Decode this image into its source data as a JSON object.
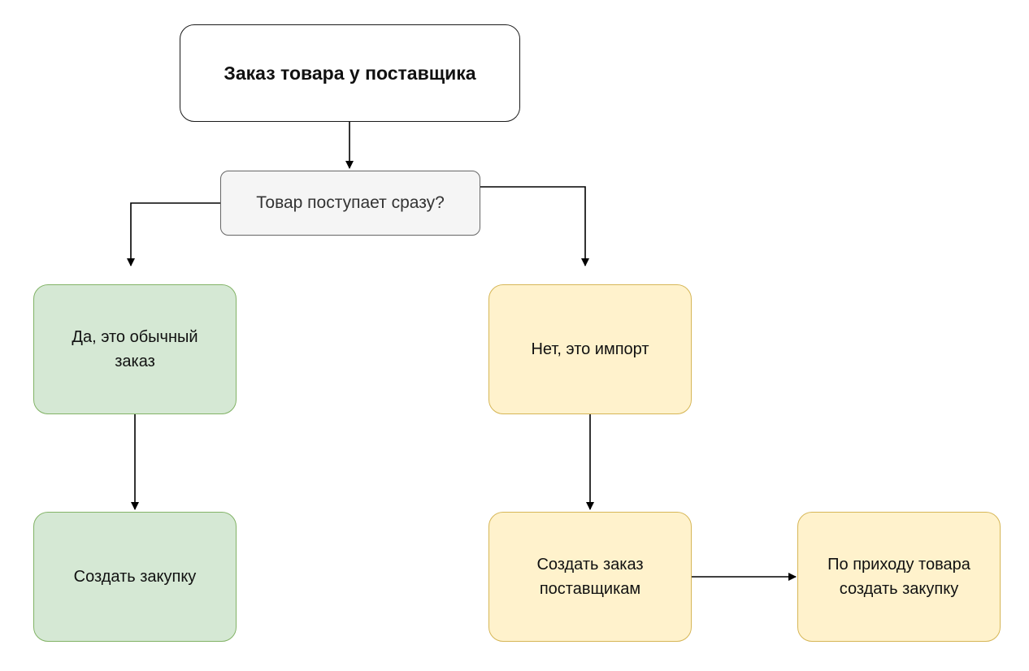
{
  "diagram": {
    "nodes": {
      "start": "Заказ товара у поставщика",
      "question": "Товар поступает сразу?",
      "yes": "Да, это обычный заказ",
      "no": "Нет, это импорт",
      "create_purchase_left": "Создать закупку",
      "create_order": "Создать заказ поставщикам",
      "on_arrival": "По приходу товара создать закупку"
    },
    "colors": {
      "green_fill": "#d5e8d4",
      "green_stroke": "#82b366",
      "yellow_fill": "#fff2cc",
      "yellow_stroke": "#d6b656",
      "question_fill": "#f5f5f5",
      "question_stroke": "#666666",
      "edge": "#000000"
    },
    "edges": [
      {
        "from": "start",
        "to": "question"
      },
      {
        "from": "question",
        "to": "yes"
      },
      {
        "from": "question",
        "to": "no"
      },
      {
        "from": "yes",
        "to": "create_purchase_left"
      },
      {
        "from": "no",
        "to": "create_order"
      },
      {
        "from": "create_order",
        "to": "on_arrival"
      }
    ]
  }
}
